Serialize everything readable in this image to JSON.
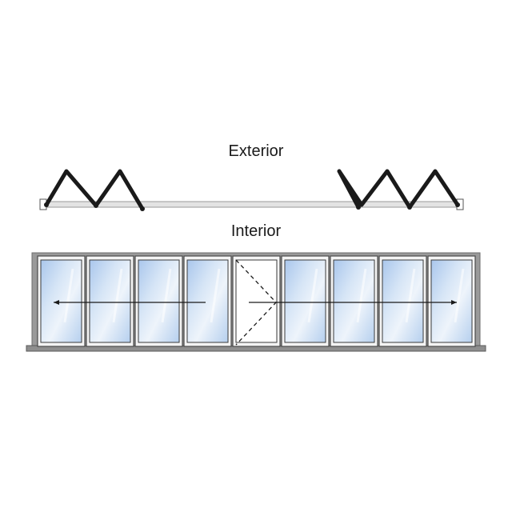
{
  "labels": {
    "exterior": "Exterior",
    "interior": "Interior"
  },
  "diagram": {
    "panel_count": 9,
    "open_panel_index": 4,
    "colors": {
      "frame": "#8c8c8c",
      "frame_dark": "#5a5a5a",
      "glass_top": "#dfe9f5",
      "glass_mid": "#bfd6f0",
      "glass_edge": "#a8c4ea",
      "track": "#d9d9d9",
      "line": "#1a1a1a"
    }
  }
}
